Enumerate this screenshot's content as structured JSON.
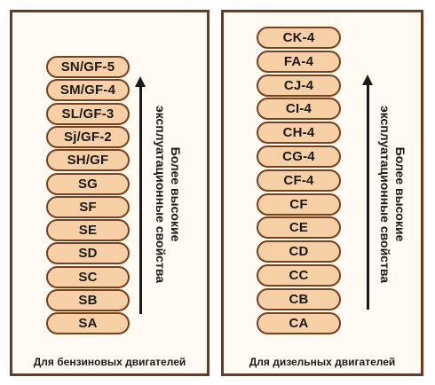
{
  "gasoline": {
    "classes": [
      "SN/GF-5",
      "SM/GF-4",
      "SL/GF-3",
      "Sj/GF-2",
      "SH/GF",
      "SG",
      "SF",
      "SE",
      "SD",
      "SC",
      "SB",
      "SA"
    ],
    "arrow_label_line1": "Более высокие",
    "arrow_label_line2": "эксплуатационные свойства",
    "caption": "Для бензиновых двигателей"
  },
  "diesel": {
    "classes": [
      "CK-4",
      "FA-4",
      "CJ-4",
      "CI-4",
      "CH-4",
      "CG-4",
      "CF-4",
      "CF",
      "CE",
      "CD",
      "CC",
      "CB",
      "CA"
    ],
    "arrow_label_line1": "Более высокие",
    "arrow_label_line2": "эксплуатационные свойства",
    "caption": "Для дизельных двигателей"
  },
  "colors": {
    "pill_fill": "#f7d0a6",
    "pill_border": "#7a3f1d",
    "panel_border": "#6b3a1f",
    "panel_fill": "#fffaf2"
  }
}
